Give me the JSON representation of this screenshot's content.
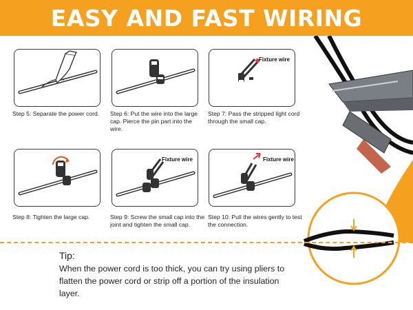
{
  "banner": {
    "title": "EASY AND FAST WIRING"
  },
  "steps": [
    {
      "caption": "Step 5: Separate the power cord.",
      "label": ""
    },
    {
      "caption": "Step 6: Put the wire into the large cap. Pierce the pin part into the wire.",
      "label": ""
    },
    {
      "caption": "Step 7: Pass the stripped light cord through the small cap.",
      "label": "Fixture wire"
    },
    {
      "caption": "Step 8: Tighten the large cap.",
      "label": ""
    },
    {
      "caption": "Step 9: Screw the small cap into the joint and tighten the small cap.",
      "label": "Fixture wire"
    },
    {
      "caption": "Step 10: Pull the wires gently to test the connection.",
      "label": "Fixture wire"
    }
  ],
  "tip": {
    "title": "Tip:",
    "body": "When the power cord is too thick, you can try using pliers to flatten the power cord or strip off a portion of the insulation layer."
  },
  "colors": {
    "accent": "#f5a01e",
    "line": "#3a3a3a"
  }
}
